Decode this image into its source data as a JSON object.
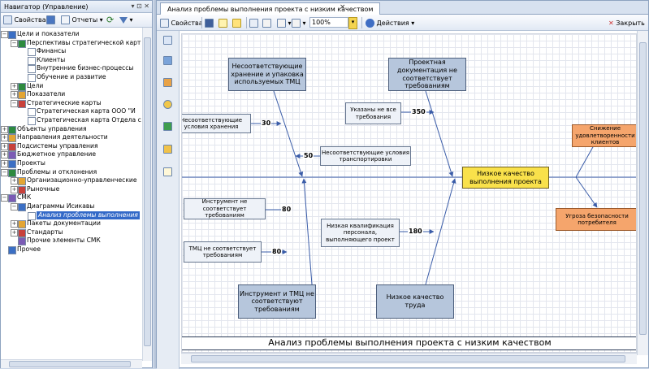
{
  "navigator": {
    "title": "Навигатор (Управление)",
    "title_buttons": "▾ ⊡ ✕",
    "toolbar": {
      "properties": "Свойства",
      "reports": "Отчеты"
    },
    "tree": [
      {
        "level": 0,
        "label": "Цели и показатели",
        "expander": "−"
      },
      {
        "level": 1,
        "label": "Перспективы стратегической карт",
        "expander": "−"
      },
      {
        "level": 2,
        "label": "Финансы"
      },
      {
        "level": 2,
        "label": "Клиенты"
      },
      {
        "level": 2,
        "label": "Внутренние бизнес-процессы"
      },
      {
        "level": 2,
        "label": "Обучение и развитие"
      },
      {
        "level": 1,
        "label": "Цели",
        "expander": "+"
      },
      {
        "level": 1,
        "label": "Показатели",
        "expander": "+"
      },
      {
        "level": 1,
        "label": "Стратегические карты",
        "expander": "−"
      },
      {
        "level": 2,
        "label": "Стратегическая карта ООО \"И"
      },
      {
        "level": 2,
        "label": "Стратегическая карта Отдела с"
      },
      {
        "level": 0,
        "label": "Объекты управления",
        "expander": "+"
      },
      {
        "level": 0,
        "label": "Направления деятельности",
        "expander": "+"
      },
      {
        "level": 0,
        "label": "Подсистемы управления",
        "expander": "+"
      },
      {
        "level": 0,
        "label": "Бюджетное управление",
        "expander": "+"
      },
      {
        "level": 0,
        "label": "Проекты",
        "expander": "+"
      },
      {
        "level": 0,
        "label": "Проблемы и отклонения",
        "expander": "−"
      },
      {
        "level": 1,
        "label": "Организационно-управленческие",
        "expander": "+"
      },
      {
        "level": 1,
        "label": "Рыночные",
        "expander": "+"
      },
      {
        "level": 0,
        "label": "СМК",
        "expander": "−"
      },
      {
        "level": 1,
        "label": "Диаграммы Исикавы",
        "expander": "−"
      },
      {
        "level": 2,
        "label": "Анализ проблемы выполнения",
        "selected": true
      },
      {
        "level": 1,
        "label": "Пакеты документации",
        "expander": "+"
      },
      {
        "level": 1,
        "label": "Стандарты",
        "expander": "+"
      },
      {
        "level": 1,
        "label": "Прочие элементы СМК"
      },
      {
        "level": 0,
        "label": "Прочее"
      }
    ]
  },
  "document": {
    "tab_title": "Анализ проблемы выполнения проекта с низким качеством",
    "tab_close": "×",
    "toolbar": {
      "properties": "Свойства",
      "zoom": "100%",
      "actions": "Действия",
      "close": "Закрыть"
    }
  },
  "diagram": {
    "effect": "Низкое качество выполнения проекта",
    "consequences": [
      "Снижение удовлетворенности клиентов",
      "Угроза безопасности потребителя"
    ],
    "causes_top": [
      {
        "label": "Несоответствующие хранение и упаковка используемых ТМЦ",
        "subs": [
          {
            "label": "Несоответствующие условия хранения",
            "value": "30"
          },
          {
            "label": "Несоответствующие условия транспортировки",
            "value": "50"
          }
        ]
      },
      {
        "label": "Проектная документация не соответствует требованиям",
        "subs": [
          {
            "label": "Указаны не все требования",
            "value": "350"
          }
        ]
      }
    ],
    "causes_bottom": [
      {
        "label": "Инструмент и ТМЦ не соответствуют требованиям",
        "subs": [
          {
            "label": "Инструмент не соответствует требованиям",
            "value": "80"
          },
          {
            "label": "ТМЦ не соответствует требованиям",
            "value": "80"
          }
        ]
      },
      {
        "label": "Низкое качество труда",
        "subs": [
          {
            "label": "Низкая квалификация персонала, выполняющего проект",
            "value": "180"
          }
        ]
      }
    ],
    "caption": "Анализ проблемы выполнения проекта с низким качеством"
  },
  "colors": {
    "cause": "#b6c6dc",
    "effect": "#f9e14b",
    "consequence": "#f5a56c",
    "spine": "#3a5ca8"
  }
}
